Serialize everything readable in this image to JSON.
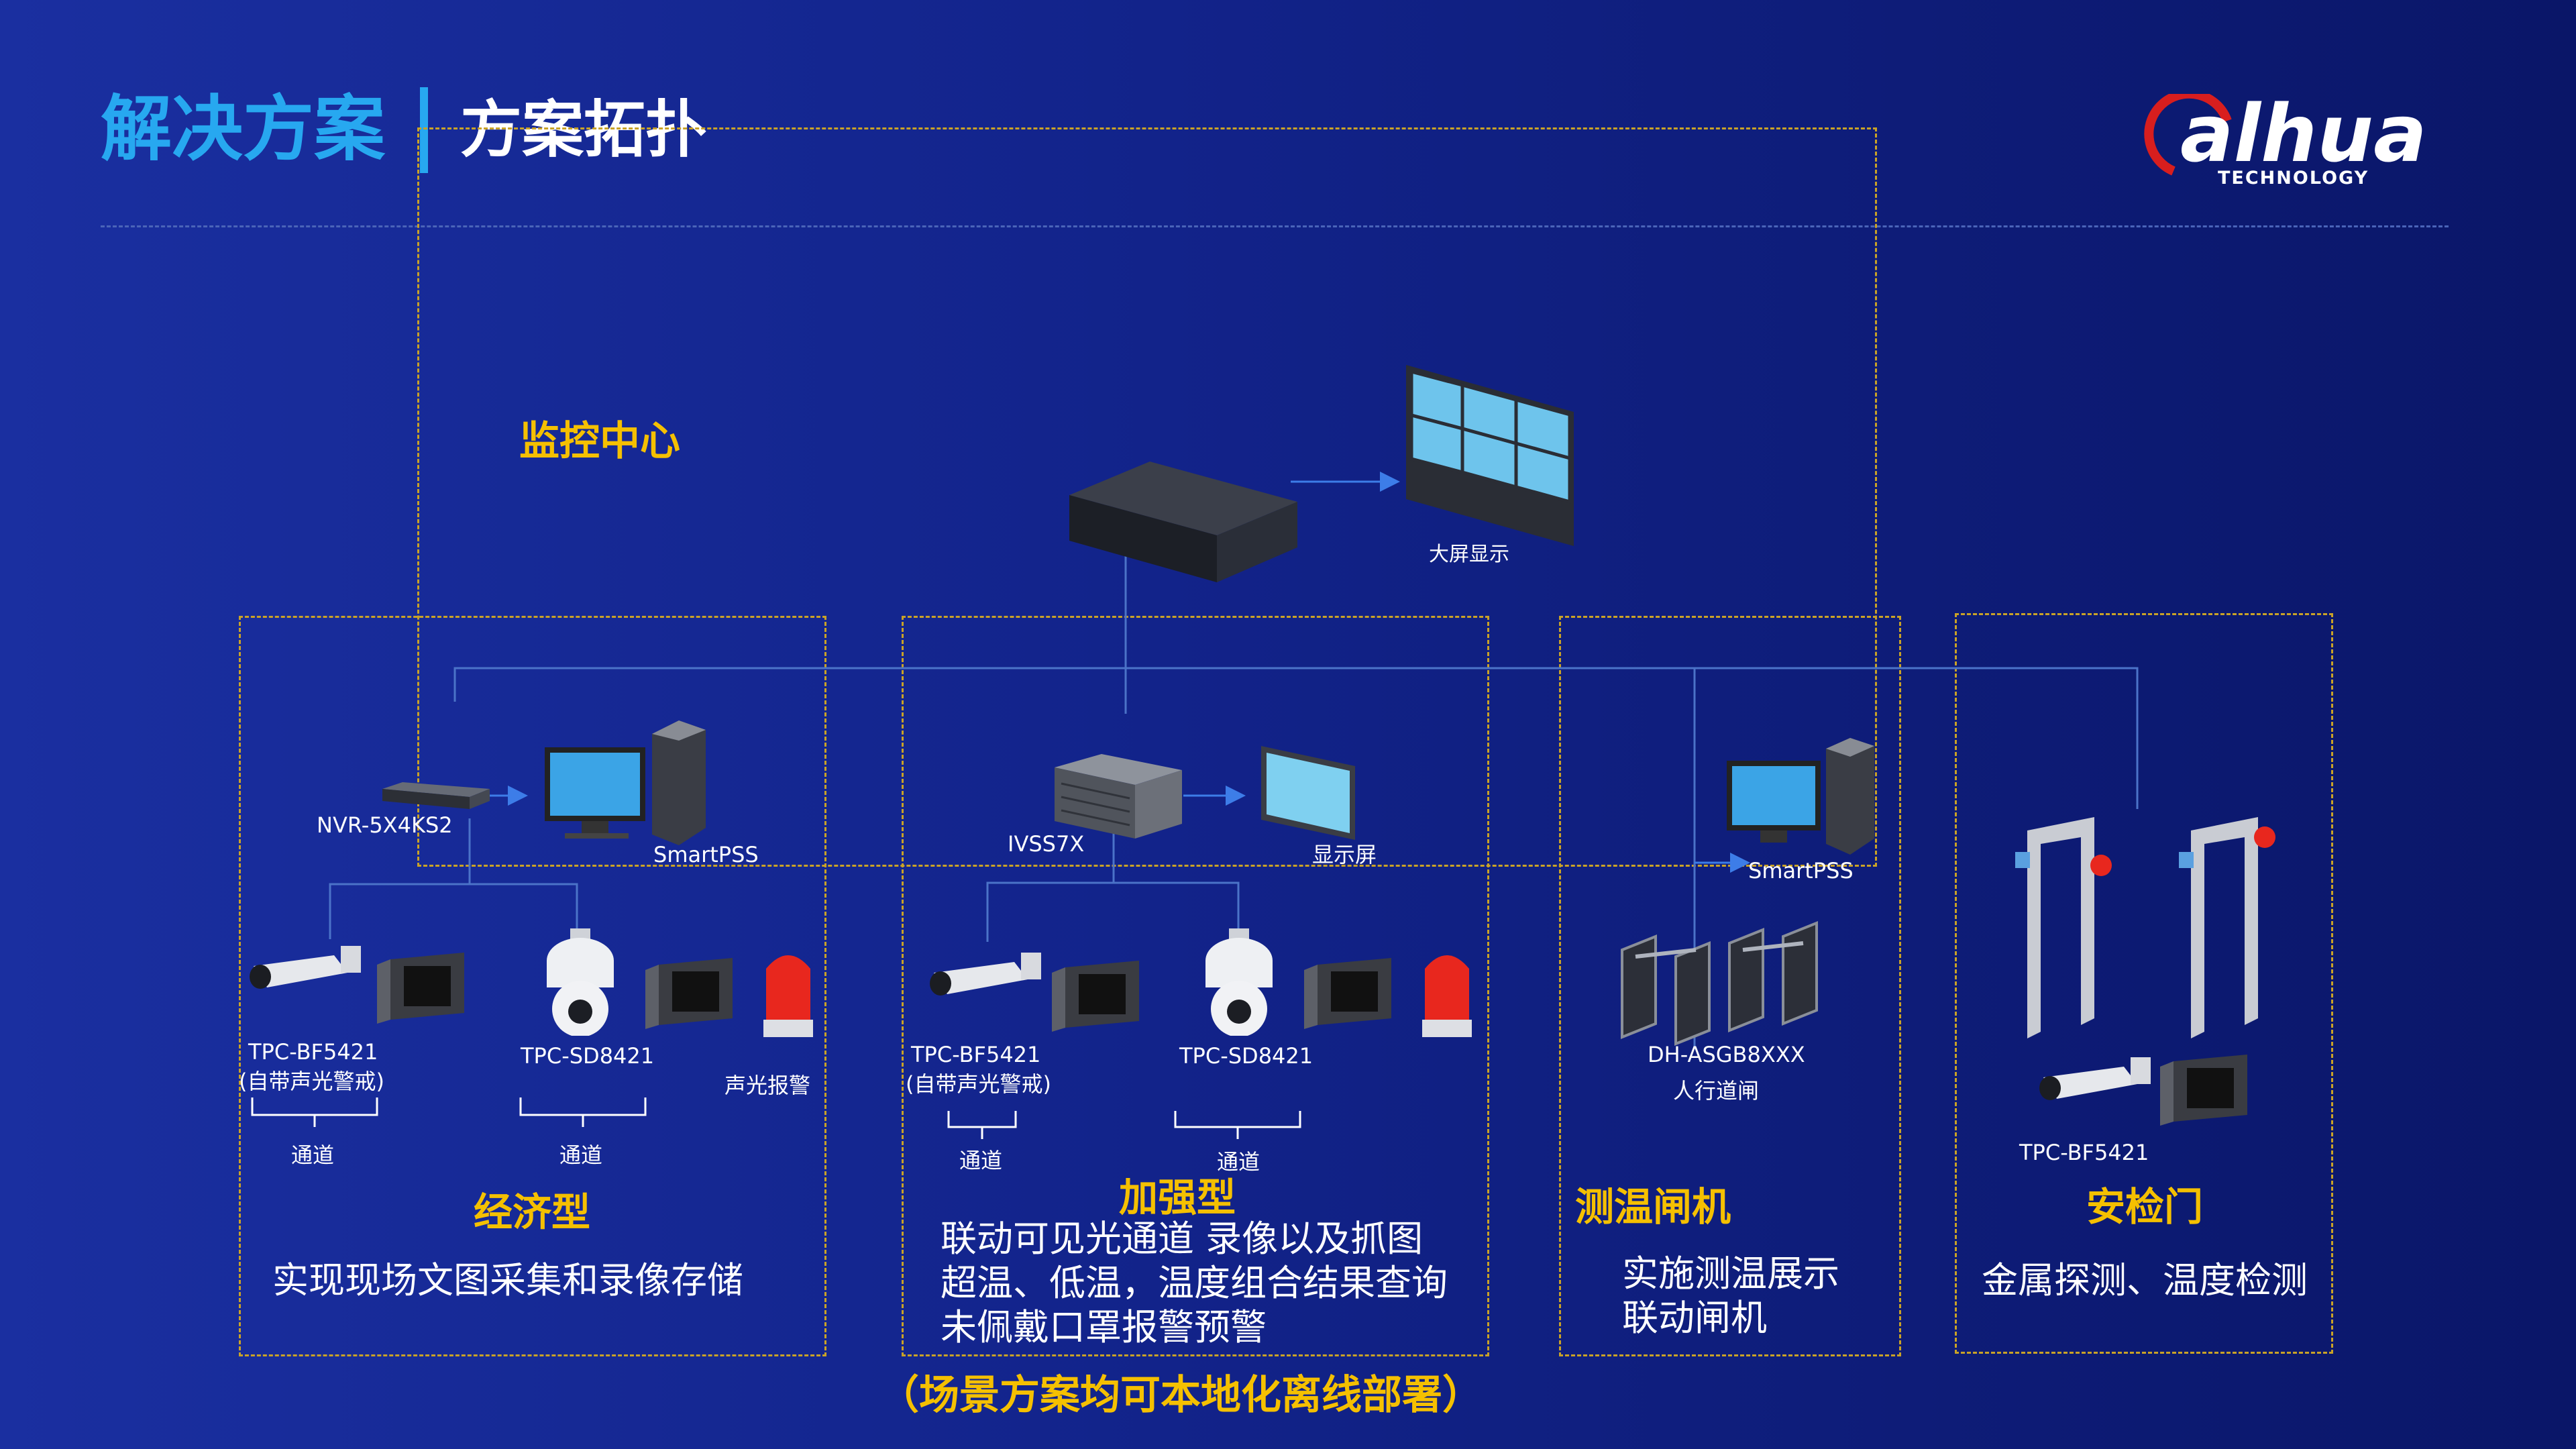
{
  "header": {
    "title_left": "解决方案",
    "title_right": "方案拓扑"
  },
  "logo": {
    "brand": "alhua",
    "sub": "TECHNOLOGY",
    "color": "#d81e1e"
  },
  "center": {
    "label": "监控中心",
    "big_screen": "大屏显示"
  },
  "zone1": {
    "nvr": "NVR-5X4KS2",
    "pc": "SmartPSS",
    "cam1": "TPC-BF5421",
    "cam1_sub": "(自带声光警戒)",
    "cam2": "TPC-SD8421",
    "alarm": "声光报警",
    "ch1": "通道",
    "ch2": "通道",
    "title": "经济型",
    "desc": "实现现场文图采集和录像存储"
  },
  "zone2": {
    "server": "IVSS7X",
    "monitor": "显示屏",
    "cam1": "TPC-BF5421",
    "cam1_sub": "(自带声光警戒)",
    "cam2": "TPC-SD8421",
    "ch1": "通道",
    "ch2": "通道",
    "title": "加强型",
    "desc1": "联动可见光通道 录像以及抓图",
    "desc2": "超温、低温，温度组合结果查询",
    "desc3": "未佩戴口罩报警预警"
  },
  "zone3": {
    "pc": "SmartPSS",
    "gate": "DH-ASGB8XXX",
    "gate_sub": "人行道闸",
    "title": "测温闸机",
    "desc1": "实施测温展示",
    "desc2": "联动闸机"
  },
  "zone4": {
    "cam": "TPC-BF5421",
    "title": "安检门",
    "desc": "金属探测、温度检测"
  },
  "footer": "（场景方案均可本地化离线部署）"
}
